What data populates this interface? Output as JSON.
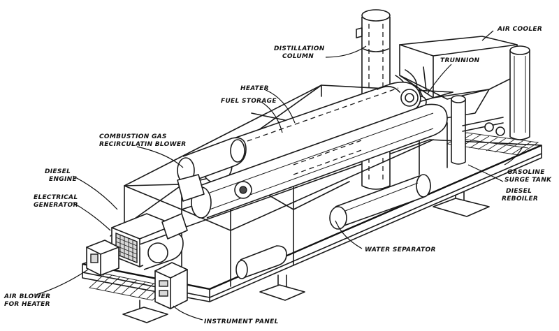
{
  "labels": {
    "distillation_column": [
      "DISTILLATION",
      "COLUMN"
    ],
    "air_cooler": "AIR COOLER",
    "trunnion": "TRUNNION",
    "heater": "HEATER",
    "fuel_storage": "FUEL STORAGE",
    "combustion_gas_blower": [
      "COMBUSTION GAS",
      "RECIRCULATIN BLOWER"
    ],
    "diesel_engine": [
      "DIESEL",
      "ENGINE"
    ],
    "electrical_generator": [
      "ELECTRICAL",
      "GENERATOR"
    ],
    "gasoline_surge_tank": [
      "GASOLINE",
      "SURGE TANK"
    ],
    "diesel_reboiler": [
      "DIESEL",
      "REBOILER"
    ],
    "water_separator": "WATER SEPARATOR",
    "air_blower_for_heater": [
      "AIR BLOWER",
      "FOR HEATER"
    ],
    "instrument_panel": "INSTRUMENT PANEL"
  },
  "icons": {
    "distillation_column": "vertical-cylinder",
    "air_cooler": "box-hopper",
    "heater": "horizontal-cylinder",
    "generator": "grille-box"
  }
}
